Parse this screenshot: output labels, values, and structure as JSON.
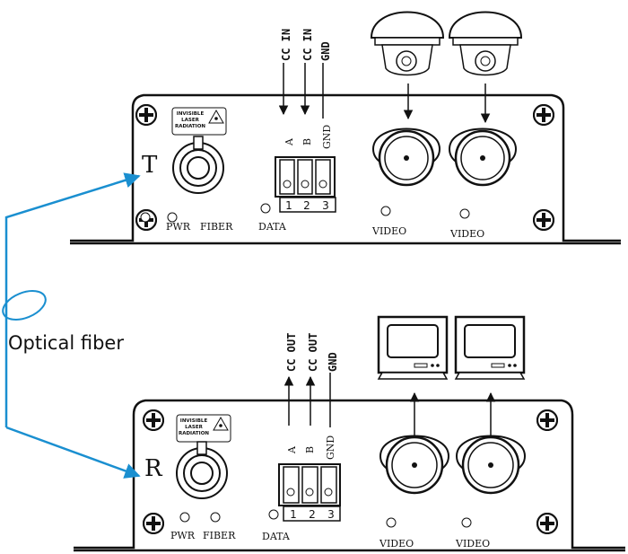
{
  "colors": {
    "fiber": "#1a8fd0",
    "line": "#111111",
    "background": "#ffffff"
  },
  "fiber_label": "Optical fiber",
  "transmitter": {
    "letter": "T",
    "warning": [
      "INVISIBLE",
      "LASER",
      "RADIATION"
    ],
    "pwr": "PWR",
    "fiber": "FIBER",
    "data": "DATA",
    "pin_letters": [
      "A",
      "B",
      "GND"
    ],
    "pin_numbers": [
      "1",
      "2",
      "3"
    ],
    "signals": [
      "CC IN",
      "CC IN",
      "GND"
    ],
    "video_labels": [
      "VIDEO",
      "VIDEO"
    ],
    "devices": [
      "camera-icon",
      "camera-icon"
    ]
  },
  "receiver": {
    "letter": "R",
    "warning": [
      "INVISIBLE",
      "LASER",
      "RADIATION"
    ],
    "pwr": "PWR",
    "fiber": "FIBER",
    "data": "DATA",
    "pin_letters": [
      "A",
      "B",
      "GND"
    ],
    "pin_numbers": [
      "1",
      "2",
      "3"
    ],
    "signals": [
      "CC OUT",
      "CC OUT",
      "GND"
    ],
    "video_labels": [
      "VIDEO",
      "VIDEO"
    ],
    "devices": [
      "monitor-icon",
      "monitor-icon"
    ]
  }
}
